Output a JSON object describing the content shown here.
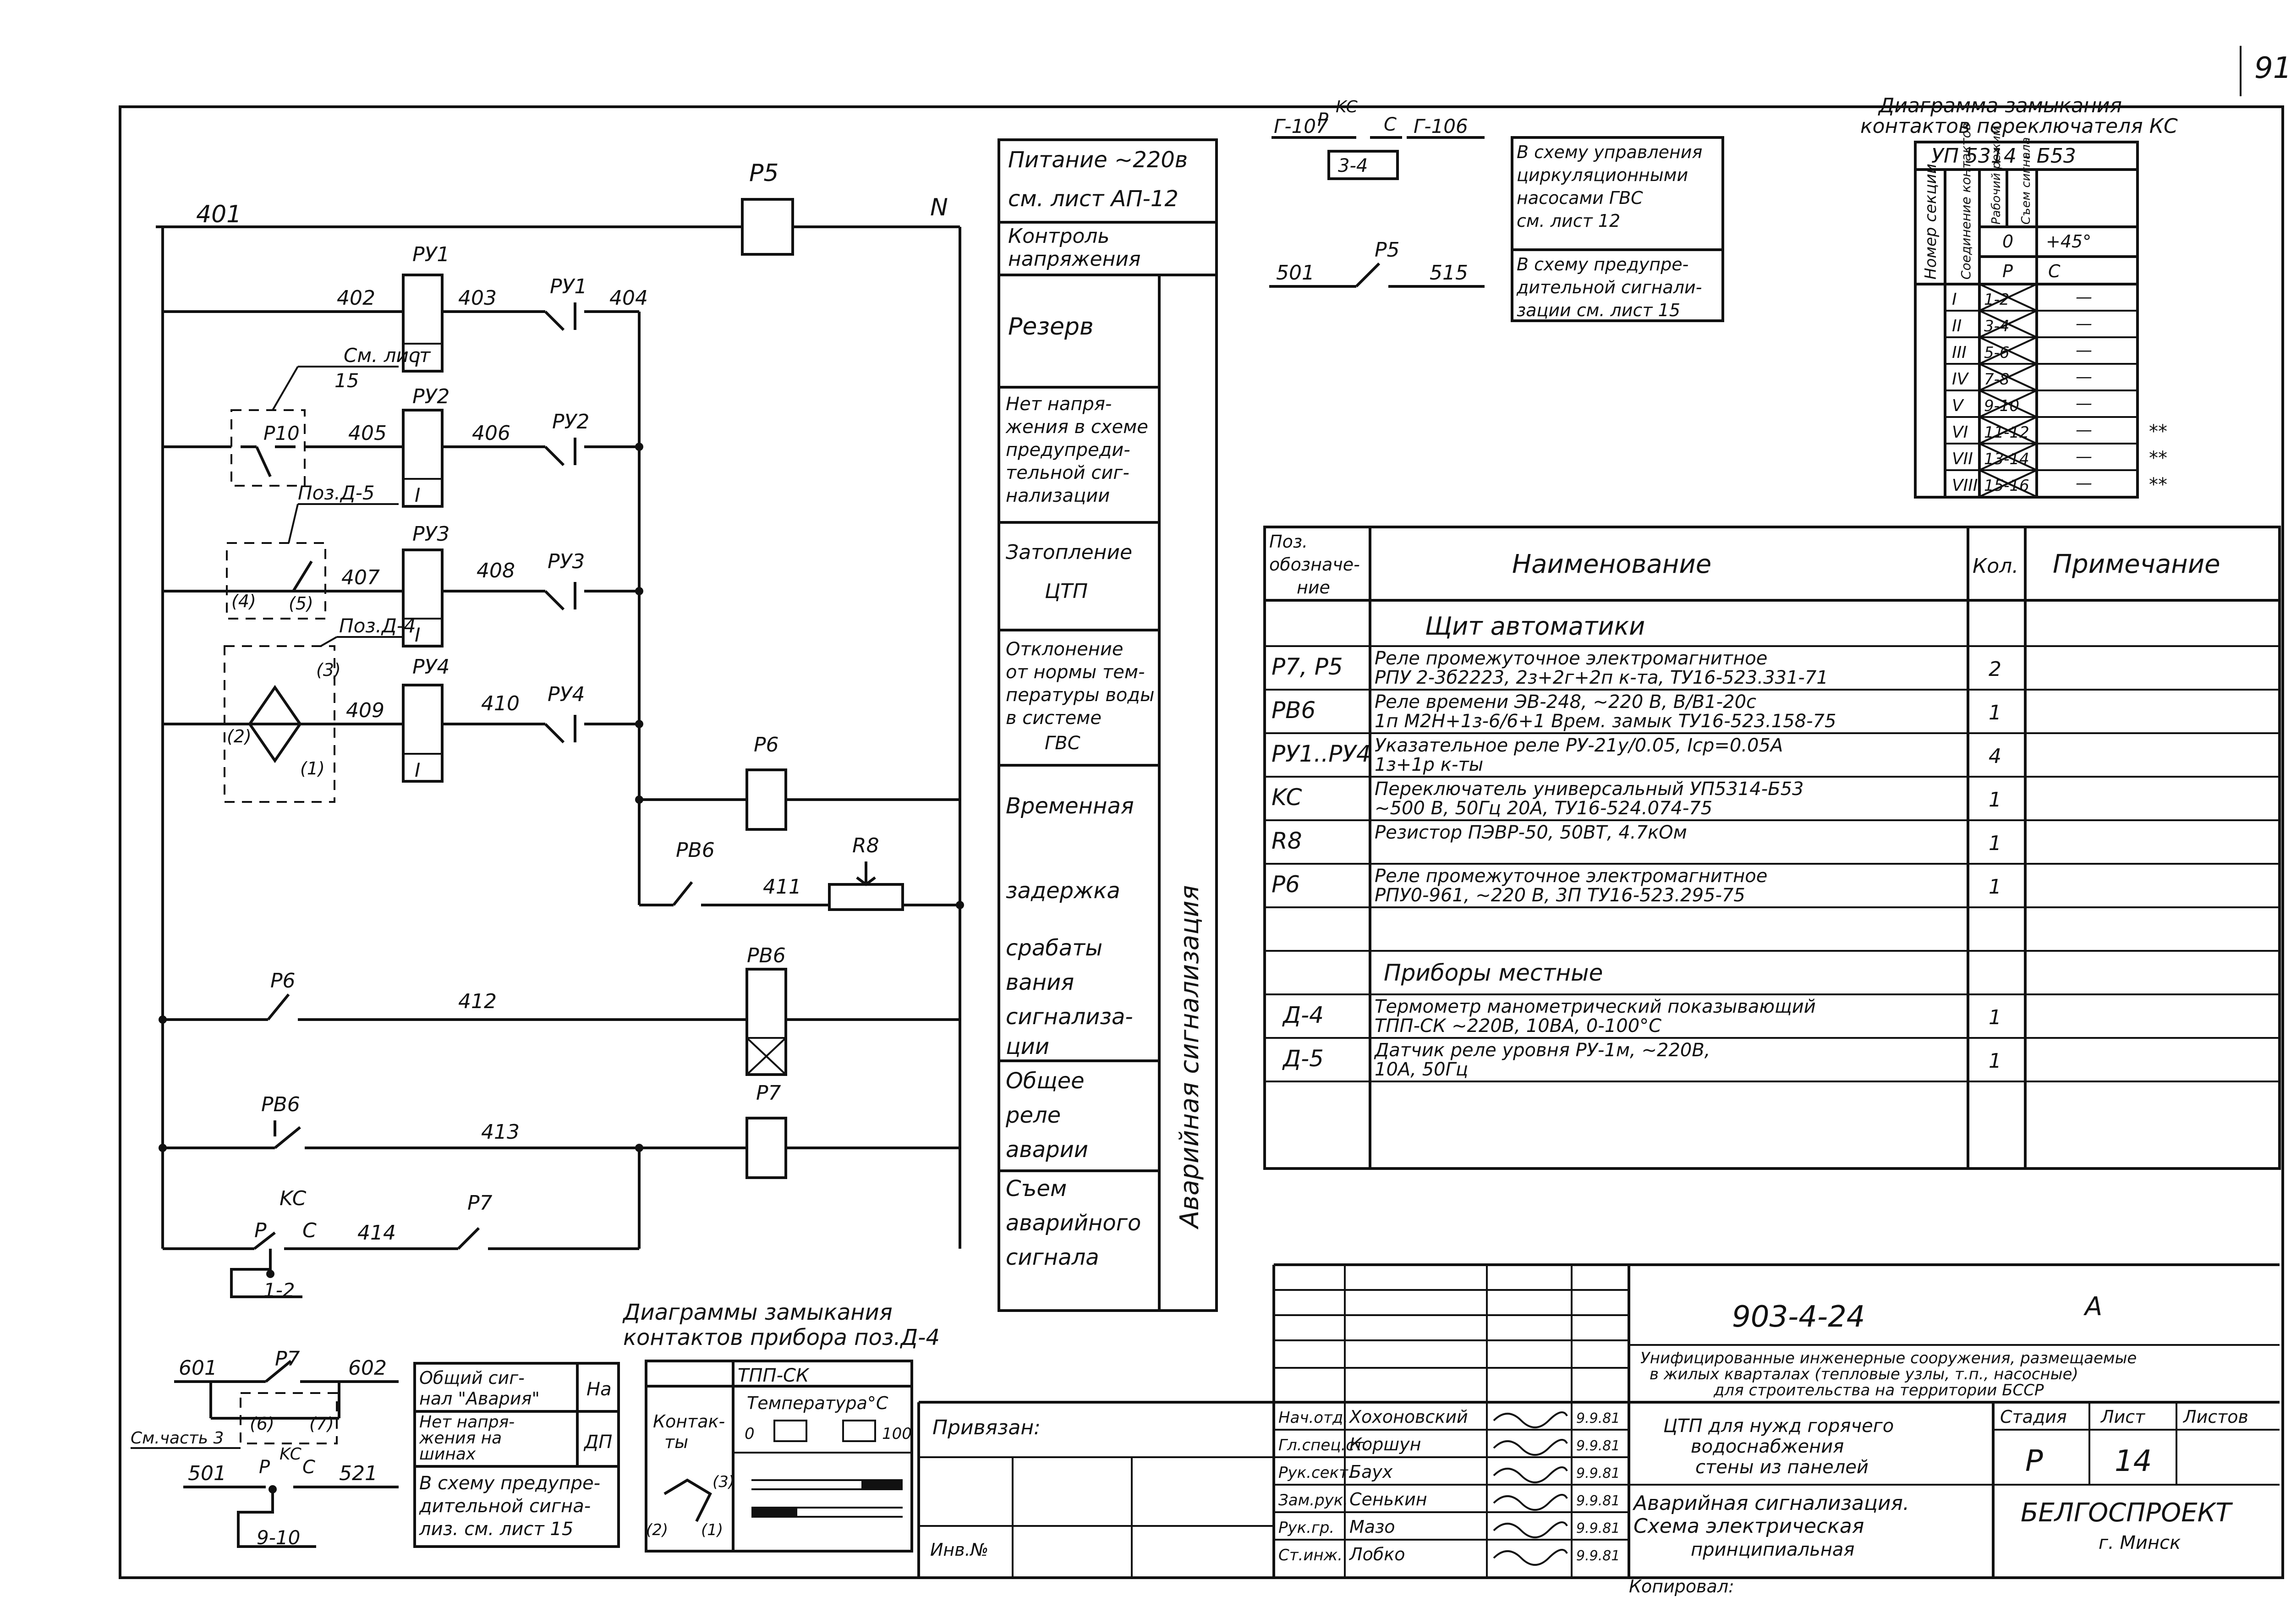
{
  "sheet": {
    "page_number": "91"
  },
  "labels": {
    "bus_left": "401",
    "bus_right": "N",
    "p5": "P5",
    "ru1": "PУ1",
    "ru2": "PУ2",
    "ru3": "PУ3",
    "ru4": "PУ4",
    "ru_coil_tag": "I",
    "w402": "402",
    "w403": "403",
    "w404": "404",
    "w405": "405",
    "w406": "406",
    "w407": "407",
    "w408": "408",
    "w409": "409",
    "w410": "410",
    "w411": "411",
    "w412": "412",
    "w413": "413",
    "w414": "414",
    "p10": "P10",
    "cm_list": "См. лист",
    "cm_list_num": "15",
    "poz_d5": "Поз.Д-5",
    "poz_d4": "Поз.Д-4",
    "t1": "(1)",
    "t2": "(2)",
    "t3": "(3)",
    "t4": "(4)",
    "t5": "(5)",
    "p6": "P6",
    "pv6": "PB6",
    "r8": "R8",
    "p7": "P7",
    "ks": "KC",
    "ks_p": "P",
    "ks_c": "C",
    "ks_12": "1-2"
  },
  "notes_column": {
    "power": [
      "Питание ~220в",
      "см. лист АП-12"
    ],
    "control": [
      "Контроль",
      "напряжения"
    ],
    "reserve": "Резерв",
    "no_voltage": [
      "Нет напря-",
      "жения в схеме",
      "предупреди-",
      "тельной сиг-",
      "нализации"
    ],
    "flooding": [
      "Затопление",
      "ЦТП"
    ],
    "deviation": [
      "Отклонение",
      "от нормы тем-",
      "пературы воды",
      "в системе",
      "ГВС"
    ],
    "delay": [
      "Временная",
      "задержка",
      "срабаты",
      "вания",
      "сигнализа-",
      "ции"
    ],
    "common": [
      "Общее",
      "реле",
      "аварии"
    ],
    "remove": [
      "Съем",
      "аварийного",
      "сигнала"
    ],
    "vertical": "Аварийная  сигнализация"
  },
  "top_center": {
    "g107": "Г-107",
    "g106": "Г-106",
    "ks": "KC",
    "p": "P",
    "c": "C",
    "pos": "3-4",
    "note1": [
      "В схему управления",
      "циркуляционными",
      "насосами ГВС",
      "см. лист 12"
    ],
    "w501": "501",
    "w515": "515",
    "p5": "P5",
    "note2": [
      "В схему предупре-",
      "дительной сигнали-",
      "зации см. лист 15"
    ]
  },
  "switch_diagram": {
    "title": [
      "Диаграмма замыкания",
      "контактов переключателя КС"
    ],
    "model": "УП 5314 - Б53",
    "head_section": "Номер секции",
    "head_contacts": "Соединение контактов",
    "head_work": "Рабочий режим",
    "head_remove": "Съем сигнала",
    "deg0": "0",
    "deg45": "+45°",
    "pos_p": "P",
    "pos_c": "C",
    "rows": [
      {
        "sec": "I",
        "c": "1-2",
        "rem": "—",
        "mark": ""
      },
      {
        "sec": "II",
        "c": "3-4",
        "rem": "—",
        "mark": ""
      },
      {
        "sec": "III",
        "c": "5-6",
        "rem": "—",
        "mark": ""
      },
      {
        "sec": "IV",
        "c": "7-8",
        "rem": "—",
        "mark": ""
      },
      {
        "sec": "V",
        "c": "9-10",
        "rem": "—",
        "mark": ""
      },
      {
        "sec": "VI",
        "c": "11-12",
        "rem": "—",
        "mark": "**"
      },
      {
        "sec": "VII",
        "c": "13-14",
        "rem": "—",
        "mark": "**"
      },
      {
        "sec": "VIII",
        "c": "15-16",
        "rem": "—",
        "mark": "**"
      }
    ]
  },
  "spec": {
    "h_pos": [
      "Поз.",
      "обозначе-",
      "ние"
    ],
    "h_name": "Наименование",
    "h_qty": "Кол.",
    "h_note": "Примечание",
    "g1": "Щит автоматики",
    "rows": [
      {
        "pos": "P7, P5",
        "name": [
          "Реле промежуточное электромагнитное",
          "РПУ 2-3б2223, 2з+2г+2п к-та, ТУ16-523.331-71"
        ],
        "qty": "2"
      },
      {
        "pos": "PB6",
        "name": [
          "Реле времени ЭВ-248, ~220 В, В/В1-20с",
          "1п М2Н+1з-6/6+1 Врем. замык ТУ16-523.158-75"
        ],
        "qty": "1"
      },
      {
        "pos": "PУ1..PУ4",
        "name": [
          "Указательное реле РУ-21у/0.05, Iср=0.05А",
          "1з+1р к-ты"
        ],
        "qty": "4"
      },
      {
        "pos": "KC",
        "name": [
          "Переключатель универсальный УП5314-Б53",
          "~500 В, 50Гц 20А, ТУ16-524.074-75"
        ],
        "qty": "1"
      },
      {
        "pos": "R8",
        "name": [
          "Резистор ПЭВР-50, 50ВТ, 4.7кОм"
        ],
        "qty": "1"
      },
      {
        "pos": "P6",
        "name": [
          "Реле промежуточное электромагнитное",
          "РПУ0-961, ~220 В, 3П ТУ16-523.295-75"
        ],
        "qty": "1"
      }
    ],
    "g2": "Приборы местные",
    "rows2": [
      {
        "pos": "Д-4",
        "name": [
          "Термометр манометрический показывающий",
          "ТПП-СК ~220В, 10ВА, 0-100°С"
        ],
        "qty": "1"
      },
      {
        "pos": "Д-5",
        "name": [
          "Датчик реле уровня РУ-1м, ~220В,",
          "10А, 50Гц"
        ],
        "qty": "1"
      }
    ]
  },
  "bottom_left": {
    "title": [
      "Диаграммы замыкания",
      "контактов прибора поз.Д-4"
    ],
    "w601": "601",
    "w602": "602",
    "p7": "P7",
    "t6": "(6)",
    "t7": "(7)",
    "cm_part": "См.часть 3",
    "w501": "501",
    "w521": "521",
    "ks": "KC",
    "p": "P",
    "c": "C",
    "pos910": "9-10",
    "tab_a1": [
      "Общий сиг-",
      "нал \"Авария\""
    ],
    "tab_a2": "На",
    "tab_b1": [
      "Нет напря-",
      "жения на",
      "шинах"
    ],
    "tab_b2": "ДП",
    "tab_c": [
      "В схему предупре-",
      "дительной сигна-",
      "лиз. см. лист 15"
    ],
    "tpp": "ТПП-СК",
    "contacts": [
      "Контак-",
      "ты"
    ],
    "temp": "Температура°С",
    "t0": "0",
    "t100": "100",
    "c3": "(3)",
    "c1": "(1)",
    "c2": "(2)"
  },
  "stamp": {
    "code": "903-4-24",
    "letter": "А",
    "desc": [
      "Унифицированные инженерные сооружения, размещаемые",
      "в жилых кварталах (тепловые узлы, т.п., насосные)",
      "для строительства на территории БССР"
    ],
    "project": [
      "ЦТП для нужд горячего",
      "водоснабжения",
      "стены из панелей"
    ],
    "sheet_title": [
      "Аварийная сигнализация.",
      "Схема электрическая",
      "принципиальная"
    ],
    "h_stage": "Стадия",
    "h_sheet": "Лист",
    "h_sheets": "Листов",
    "stage": "Р",
    "sheet": "14",
    "org": "БЕЛГОСПРОЕКТ",
    "city": "г. Минск",
    "bound": "Привязан:",
    "inv": "Инв.№",
    "staff": [
      {
        "role": "Нач.отд.",
        "name": "Хохоновский",
        "date": "9.9.81"
      },
      {
        "role": "Гл.спец.ст.",
        "name": "Коршун",
        "date": "9.9.81"
      },
      {
        "role": "Рук.сект.",
        "name": "Баух",
        "date": "9.9.81"
      },
      {
        "role": "Зам.рук.",
        "name": "Сенькин",
        "date": "9.9.81"
      },
      {
        "role": "Рук.гр.",
        "name": "Мазо",
        "date": "9.9.81"
      },
      {
        "role": "Ст.инж.",
        "name": "Лобко",
        "date": "9.9.81"
      }
    ],
    "copied": "Копировал:"
  }
}
